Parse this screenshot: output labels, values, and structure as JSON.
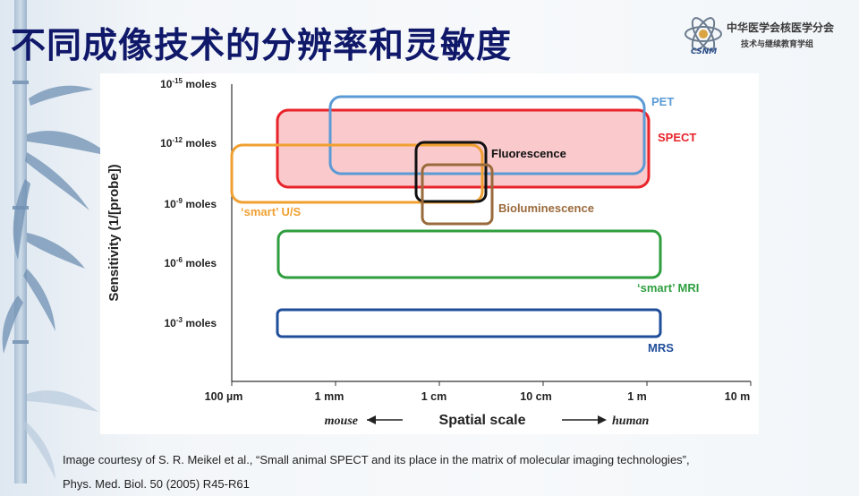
{
  "slide": {
    "title": "不同成像技术的分辨率和灵敏度",
    "logo": {
      "line1": "中华医学会核医学分会",
      "line2": "技术与继续教育学组",
      "emblem_text": "CSNM"
    },
    "caption_line1": "Image courtesy of S. R. Meikel et al., “Small animal SPECT and its place in the matrix of molecular imaging technologies”,",
    "caption_line2": "Phys. Med. Biol. 50 (2005) R45-R61"
  },
  "colors": {
    "title": "#10186a",
    "pet": "#5b9bd5",
    "spect": "#e8232a",
    "spect_fill": "#f9c9cc",
    "fluorescence": "#111111",
    "bioluminescence": "#9a6a3c",
    "us": "#f0a030",
    "mri": "#2e9e3e",
    "mrs": "#1f4e9a"
  },
  "diagram": {
    "ylabel": "Sensitivity (1/[probe])",
    "xlabel": "Spatial scale",
    "xleft_label": "mouse",
    "xright_label": "human",
    "yticks": [
      {
        "base": "10",
        "exp": "-15",
        "unit": " moles"
      },
      {
        "base": "10",
        "exp": "-12",
        "unit": " moles"
      },
      {
        "base": "10",
        "exp": "-9",
        "unit": " moles"
      },
      {
        "base": "10",
        "exp": "-6",
        "unit": " moles"
      },
      {
        "base": "10",
        "exp": "-3",
        "unit": " moles"
      }
    ],
    "xticks": [
      "100 µm",
      "1 mm",
      "1 cm",
      "10 cm",
      "1 m",
      "10 m"
    ],
    "modalities": [
      {
        "key": "pet",
        "label": "PET"
      },
      {
        "key": "spect",
        "label": "SPECT"
      },
      {
        "key": "fluorescence",
        "label": "Fluorescence"
      },
      {
        "key": "us",
        "label": "‘smart’ U/S"
      },
      {
        "key": "bioluminescence",
        "label": "Bioluminescence"
      },
      {
        "key": "mri",
        "label": "‘smart’ MRI"
      },
      {
        "key": "mrs",
        "label": "MRS"
      }
    ]
  }
}
